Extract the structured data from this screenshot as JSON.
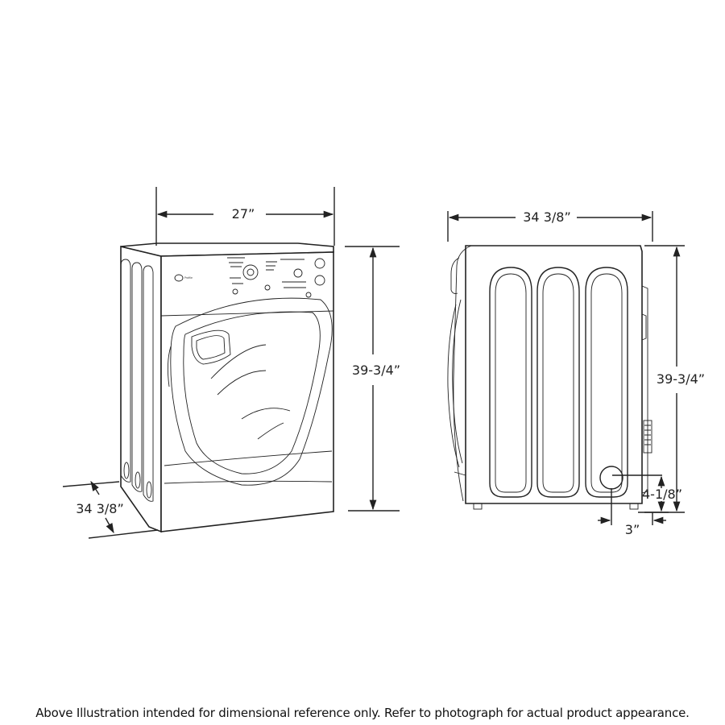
{
  "dimensions": {
    "front_width": "27”",
    "front_height": "39-3/4”",
    "front_depth": "34 3/8”",
    "side_depth": "34 3/8”",
    "side_height": "39-3/4”",
    "vent_height": "4-1/8”",
    "vent_offset": "3”"
  },
  "disclaimer": "Above Illustration intended for dimensional reference only. Refer to photograph for actual product appearance."
}
